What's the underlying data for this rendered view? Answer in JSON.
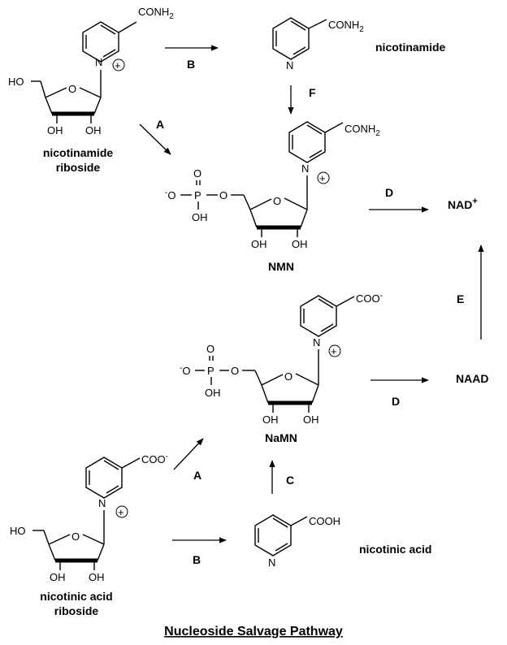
{
  "title": "Nucleoside Salvage Pathway",
  "compounds": {
    "nicotinamide_riboside": {
      "line1": "nicotinamide",
      "line2": "riboside"
    },
    "nicotinamide": "nicotinamide",
    "nmn": "NMN",
    "nad": "NAD",
    "nad_charge": "+",
    "namn": "NaMN",
    "naad": "NAAD",
    "nicotinic_acid": "nicotinic acid",
    "nicotinic_acid_riboside": {
      "line1": "nicotinic acid",
      "line2": "riboside"
    }
  },
  "steps": {
    "b_top": "B",
    "a_top": "A",
    "f": "F",
    "d_top": "D",
    "e": "E",
    "d_bottom": "D",
    "c": "C",
    "a_bottom": "A",
    "b_bottom": "B"
  },
  "atoms": {
    "conh2": "CONH",
    "conh2_sub": "2",
    "coo_minus": "COO",
    "minus": "-",
    "cooh": "COOH",
    "n": "N",
    "o": "O",
    "oh": "OH",
    "ho": "HO",
    "p": "P",
    "o_minus": "O",
    "charge_plus": "+"
  }
}
